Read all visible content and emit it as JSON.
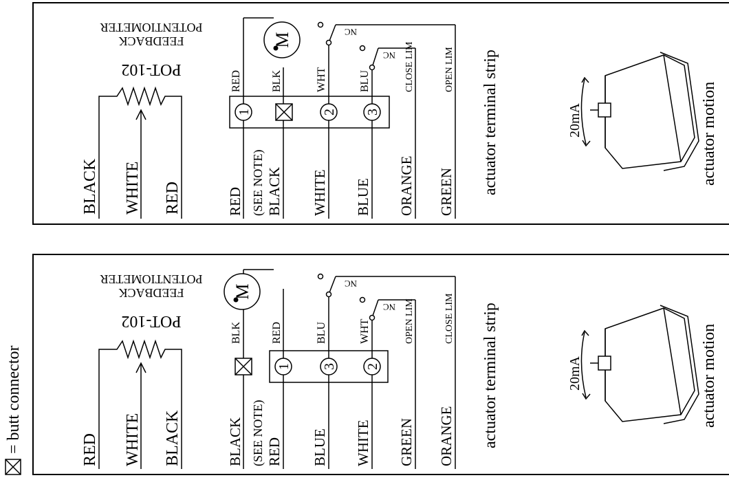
{
  "legend": {
    "butt_connector": "= butt connector"
  },
  "panels": [
    {
      "id": "top",
      "pot": {
        "line1": "POT-102",
        "line2": "FEEDBACK",
        "line3": "POTENTIOMETER"
      },
      "pot_wires": [
        "BLACK",
        "WHITE",
        "RED"
      ],
      "motor": "M",
      "terminal_labels": [
        "RED",
        "BLK",
        "WHT",
        "BLU",
        "CLOSE LIM",
        "OPEN LIM"
      ],
      "terminal_nums": [
        "1",
        "2",
        "3"
      ],
      "nc": [
        "NC",
        "NC"
      ],
      "field_wires": [
        "RED",
        "(SEE NOTE)",
        "BLACK",
        "WHITE",
        "BLUE",
        "ORANGE",
        "GREEN"
      ],
      "strip_caption": "actuator terminal strip",
      "current": "20mA",
      "motion_caption": "actuator motion"
    },
    {
      "id": "bottom",
      "pot": {
        "line1": "POT-102",
        "line2": "FEEDBACK",
        "line3": "POTENTIOMETER"
      },
      "pot_wires": [
        "RED",
        "WHITE",
        "BLACK"
      ],
      "motor": "M",
      "terminal_labels": [
        "BLK",
        "RED",
        "BLU",
        "WHT",
        "OPEN LIM",
        "CLOSE LIM"
      ],
      "terminal_nums": [
        "1",
        "3",
        "2"
      ],
      "nc": [
        "NC",
        "NC"
      ],
      "field_wires": [
        "BLACK",
        "(SEE NOTE)",
        "RED",
        "BLUE",
        "WHITE",
        "GREEN",
        "ORANGE"
      ],
      "strip_caption": "actuator terminal strip",
      "current": "20mA",
      "motion_caption": "actuator motion"
    }
  ]
}
